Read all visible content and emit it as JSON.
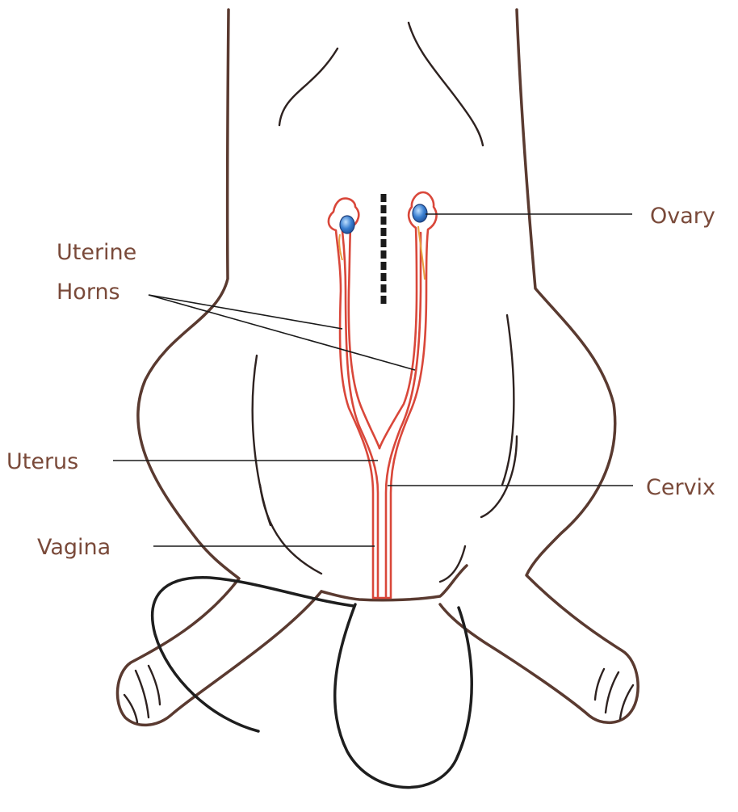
{
  "labels": {
    "ovary": "Ovary",
    "uterine_line1": "Uterine",
    "uterine_line2": "Horns",
    "uterus": "Uterus",
    "cervix": "Cervix",
    "vagina": "Vagina"
  },
  "colors": {
    "outline": "#5a3a30",
    "reproductive_tract": "#d9473a",
    "ovary": "#3a7fd0",
    "ovarian_vessel": "#e8a040",
    "label_text": "#7a4a3a",
    "leader_lines": "#1a1a1a"
  }
}
